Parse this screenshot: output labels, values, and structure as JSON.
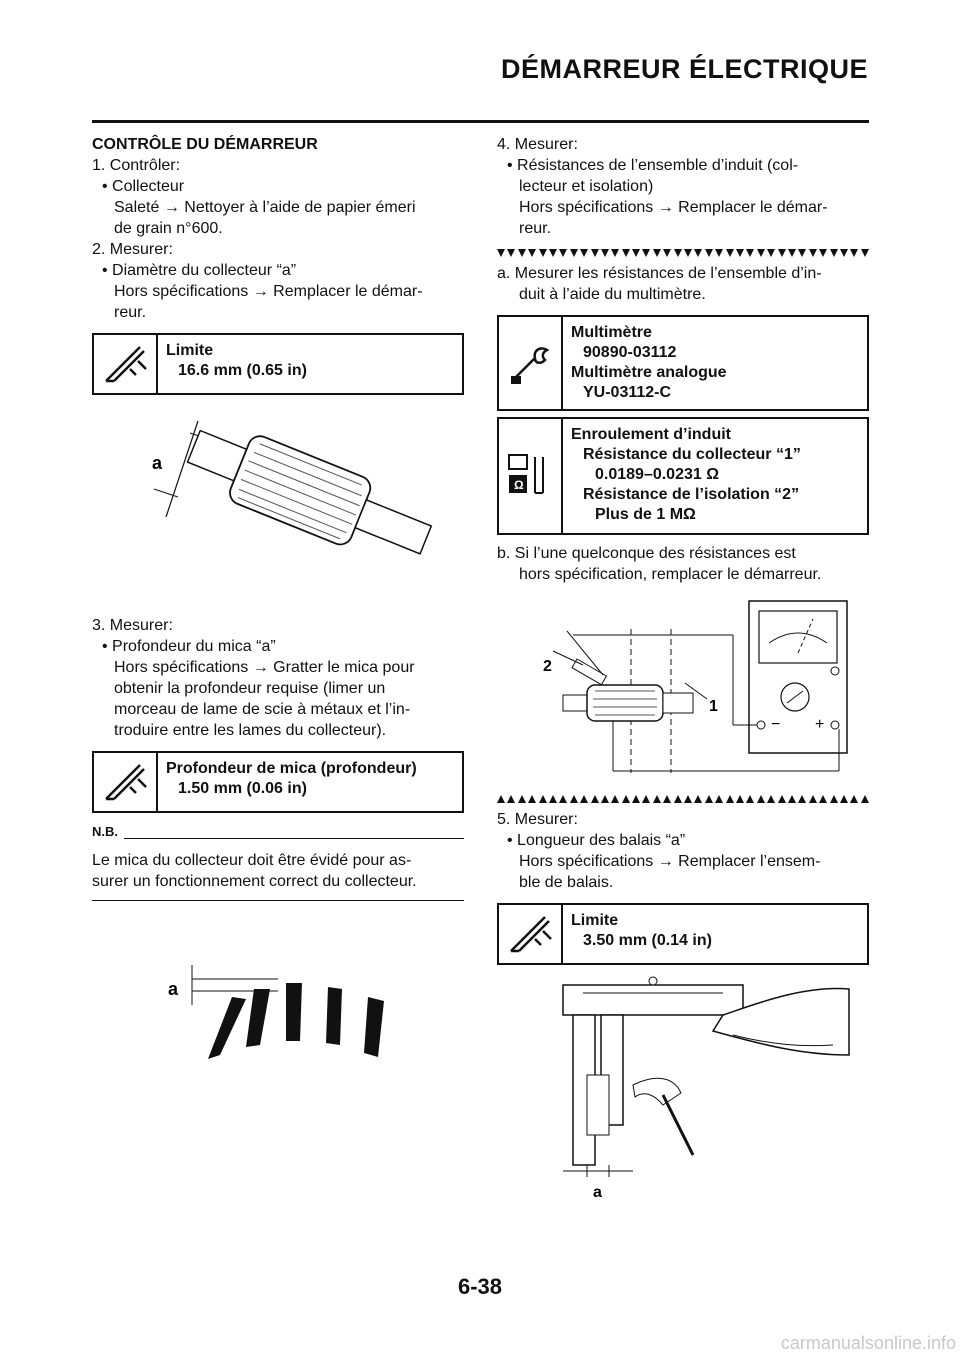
{
  "header": {
    "title": "DÉMARREUR ÉLECTRIQUE"
  },
  "left": {
    "heading": "CONTRÔLE DU DÉMARREUR",
    "step1": "1. Contrôler:",
    "step1_bullet": "• Collecteur",
    "step1_line1": "Saleté → Nettoyer à l’aide de papier émeri",
    "step1_line2": "de grain n°600.",
    "step2": "2. Mesurer:",
    "step2_bullet": "• Diamètre du collecteur “a”",
    "step2_line1": "Hors spécifications → Remplacer le démar-",
    "step2_line2": "reur.",
    "spec1_title": "Limite",
    "spec1_value": "16.6 mm (0.65 in)",
    "fig1_label": "a",
    "step3": "3. Mesurer:",
    "step3_bullet": "• Profondeur du mica “a”",
    "step3_lines": [
      "Hors spécifications → Gratter le mica pour",
      "obtenir la profondeur requise (limer un",
      "morceau de lame de scie à métaux et l’in-",
      "troduire entre les lames du collecteur)."
    ],
    "spec2_title": "Profondeur de mica (profondeur)",
    "spec2_value": "1.50 mm (0.06 in)",
    "nb_label": "N.B.",
    "nb_lines": [
      "Le mica du collecteur doit être évidé pour as-",
      "surer un fonctionnement correct du collecteur."
    ],
    "fig2_label": "a"
  },
  "right": {
    "step4": "4. Mesurer:",
    "step4_bullet": "• Résistances de l’ensemble d’induit (col-",
    "step4_line1": "lecteur et isolation)",
    "step4_line2": "Hors spécifications → Remplacer le démar-",
    "step4_line3": "reur.",
    "sub_a_1": "a. Mesurer les résistances de l’ensemble d’in-",
    "sub_a_2": "duit à l’aide du multimètre.",
    "tool_name1": "Multimètre",
    "tool_num1": "90890-03112",
    "tool_name2": "Multimètre analogue",
    "tool_num2": "YU-03112-C",
    "spec3_title": "Enroulement d’induit",
    "spec3_l1": "Résistance du collecteur “1”",
    "spec3_v1": "0.0189–0.0231 Ω",
    "spec3_l2": "Résistance de l’isolation “2”",
    "spec3_v2": "Plus de 1 MΩ",
    "sub_b_1": "b. Si l’une quelconque des résistances est",
    "sub_b_2": "hors spécification, remplacer le démarreur.",
    "fig3_label1": "1",
    "fig3_label2": "2",
    "fig3_minus": "−",
    "fig3_plus": "+",
    "step5": "5. Mesurer:",
    "step5_bullet": "• Longueur des balais “a”",
    "step5_line1": "Hors spécifications → Remplacer l’ensem-",
    "step5_line2": "ble de balais.",
    "spec4_title": "Limite",
    "spec4_value": "3.50 mm (0.14 in)",
    "fig4_label": "a"
  },
  "footer": {
    "page_number": "6-38",
    "url": "carmanualsonline.info"
  }
}
